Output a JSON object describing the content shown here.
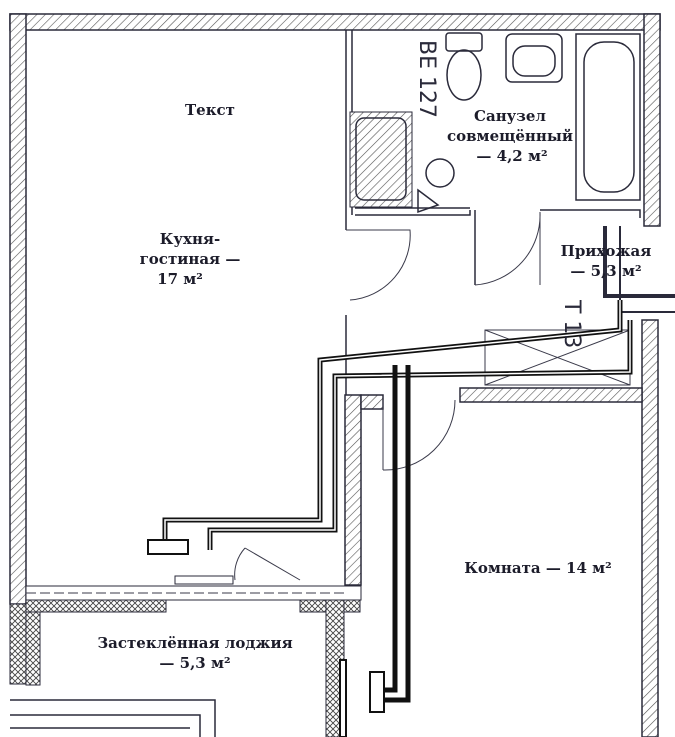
{
  "plan": {
    "placeholder_text": "Текст",
    "rooms": [
      {
        "name_lines": [
          "Кухня-",
          "гостиная —",
          "17 м²"
        ]
      },
      {
        "name_lines": [
          "Санузел",
          "совмещённый",
          "— 4,2 м²"
        ]
      },
      {
        "name_lines": [
          "Прихожая",
          "— 5,3 м²"
        ]
      },
      {
        "name_lines": [
          "Комната — 14 м²"
        ]
      },
      {
        "name_lines": [
          "Застеклённая лоджия",
          "— 5,3 м²"
        ]
      }
    ],
    "riser_labels": [
      "ВЕ 127",
      "Т 13"
    ]
  }
}
